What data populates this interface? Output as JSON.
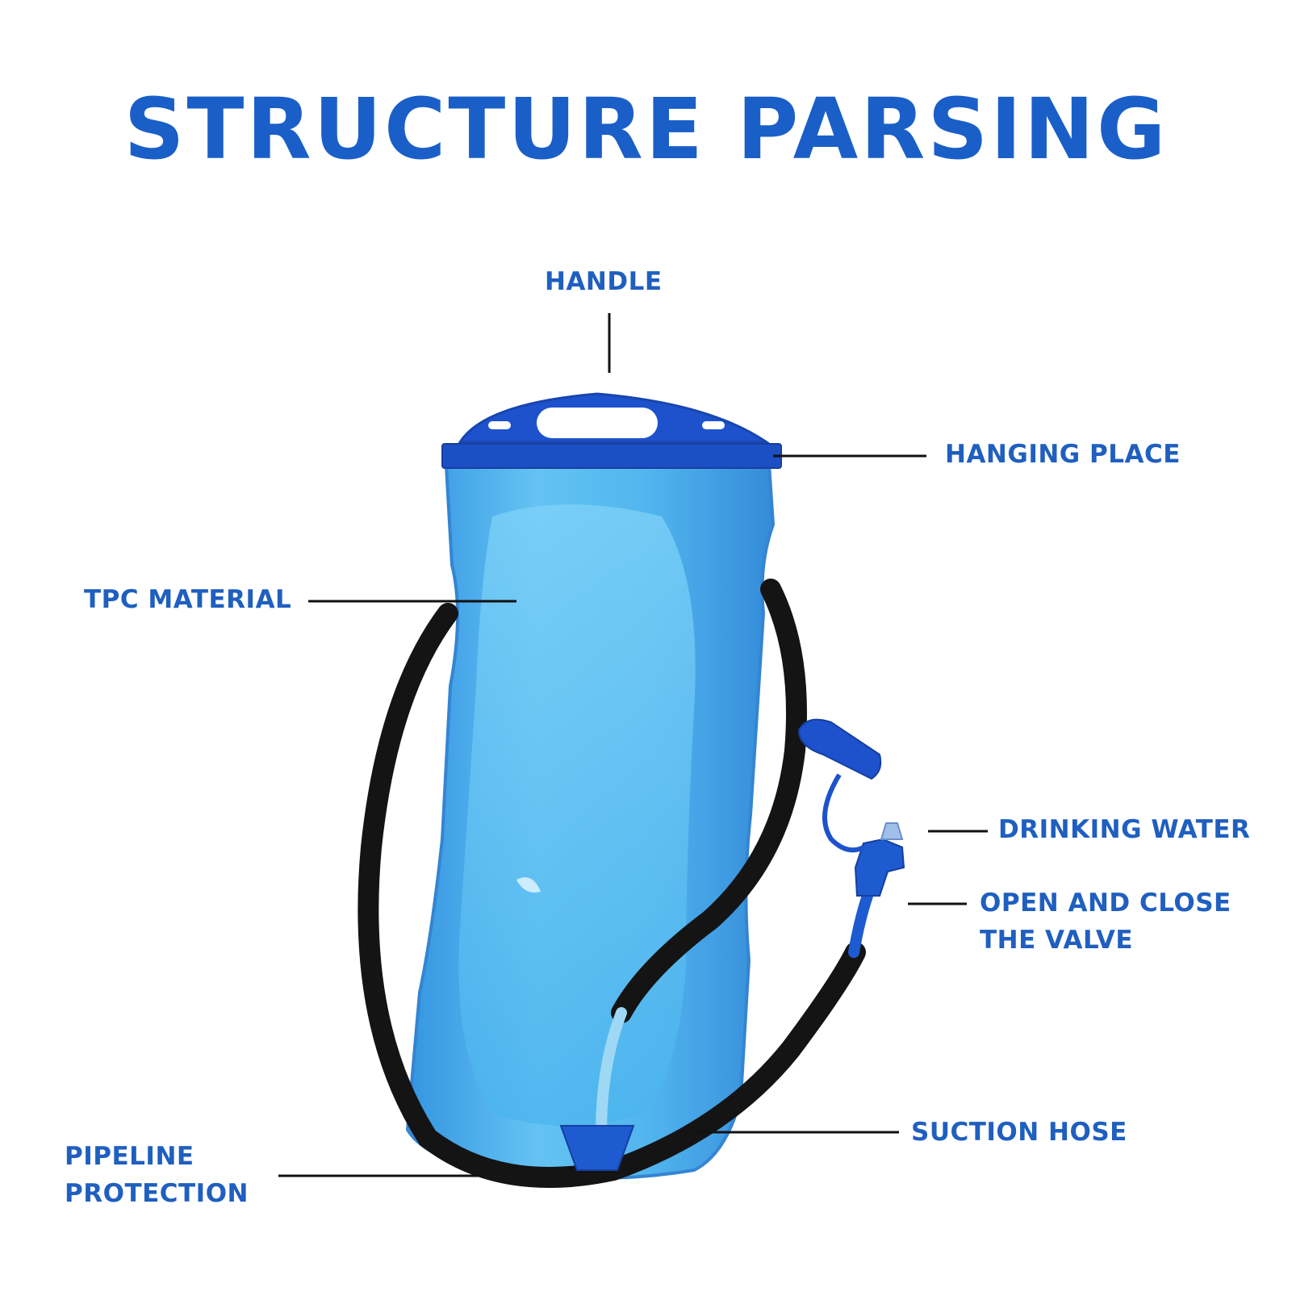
{
  "title": "STRUCTURE PARSING",
  "colors": {
    "accent": "#1a5fc8",
    "label": "#1f5fbf",
    "leader": "#111111",
    "bladder": "#3fa6e8",
    "bladder_dark": "#1e6fc4",
    "closure": "#1c4fc4",
    "sleeve": "#141414"
  },
  "parts": {
    "handle": "HANDLE",
    "hanging_place": "HANGING PLACE",
    "tpc_material": "TPC MATERIAL",
    "drinking_water": "DRINKING WATER",
    "valve_line1": "OPEN AND CLOSE",
    "valve_line2": "THE VALVE",
    "suction_hose": "SUCTION HOSE",
    "pipeline_line1": "PIPELINE",
    "pipeline_line2": "PROTECTION"
  }
}
